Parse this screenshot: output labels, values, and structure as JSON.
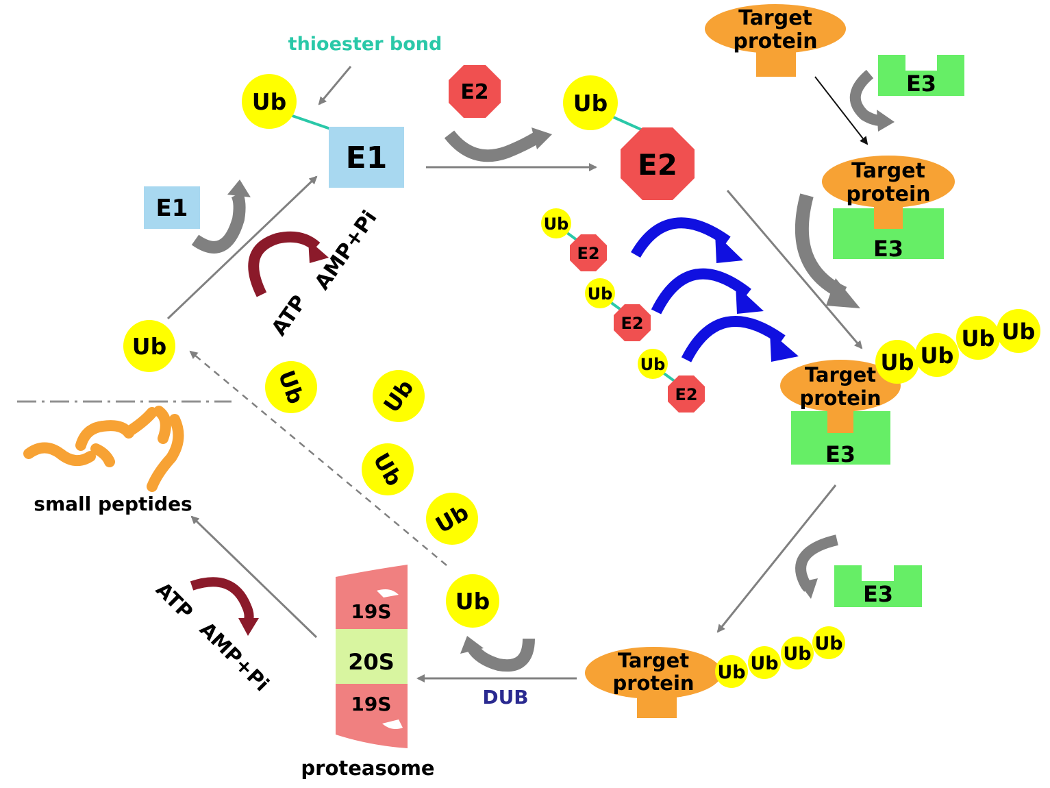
{
  "labels": {
    "thioester_bond": "thioester bond",
    "ub": "Ub",
    "e1": "E1",
    "e2": "E2",
    "e3": "E3",
    "target_line1": "Target",
    "target_line2": "protein",
    "atp": "ATP",
    "amp_pi": "AMP+Pi",
    "small_peptides": "small peptides",
    "proteasome": "proteasome",
    "s19": "19S",
    "s20": "20S",
    "dub": "DUB"
  },
  "colors": {
    "ub": "#ffff00",
    "e1": "#a8d8f0",
    "e2": "#f05050",
    "e3": "#66ee66",
    "target": "#f7a234",
    "proteasome_19s": "#f08080",
    "proteasome_20s": "#d8f5a0",
    "thioester": "#2ac8a8",
    "gray_arrow": "#808080",
    "blue_arrow": "#1010e0",
    "maroon_arrow": "#8b1a2a",
    "dub_text": "#2a2a90"
  }
}
